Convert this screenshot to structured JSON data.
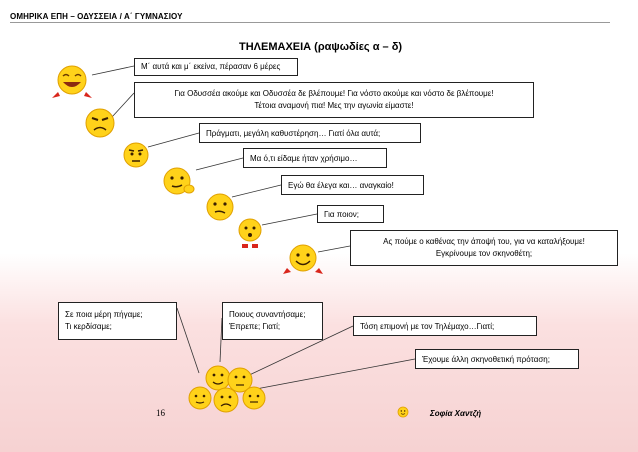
{
  "header": {
    "text": "ΟΜΗΡΙΚΑ ΕΠΗ – ΟΔΥΣΣΕΙΑ / Α΄ ΓΥΜΝΑΣΙΟΥ"
  },
  "title": "ΤΗΛΕΜΑΧΕΙΑ (ραψωδίες α – δ)",
  "chain": [
    {
      "lines": [
        "Μ΄ αυτά και μ΄ εκείνα, πέρασαν 6  μέρες"
      ]
    },
    {
      "lines": [
        "Για Οδυσσέα ακούμε και Οδυσσέα δε βλέπουμε! Για νόστο ακούμε και νόστο δε βλέπουμε!",
        "Τέτοια αναμονή πια! Μες την αγωνία είμαστε!"
      ]
    },
    {
      "lines": [
        "Πράγματι, μεγάλη καθυστέρηση… Γιατί όλα αυτά;"
      ]
    },
    {
      "lines": [
        "Μα ό,τι είδαμε ήταν χρήσιμο…"
      ]
    },
    {
      "lines": [
        "Εγώ θα έλεγα και… αναγκαίο!"
      ]
    },
    {
      "lines": [
        "Για ποιον;"
      ]
    },
    {
      "lines": [
        "Ας πούμε ο καθένας την άποψή του, για να καταλήξουμε!",
        "Εγκρίνουμε τον σκηνοθέτη;"
      ]
    }
  ],
  "group": [
    {
      "lines": [
        "Σε ποια μέρη πήγαμε;",
        "Τι κερδίσαμε;"
      ]
    },
    {
      "lines": [
        "Ποιους συναντήσαμε;",
        "Έπρεπε; Γιατί;"
      ]
    },
    {
      "lines": [
        "Τόση επιμονή με τον Τηλέμαχο…Γιατί;"
      ]
    },
    {
      "lines": [
        "Έχουμε άλλη σκηνοθετική πρόταση;"
      ]
    }
  ],
  "footer": {
    "page": "16",
    "author": "Σοφία Χαντζή"
  },
  "colors": {
    "smiley": "#ffd21a",
    "smiley_edge": "#e0a000",
    "background_pink": "#f6d2d2"
  }
}
